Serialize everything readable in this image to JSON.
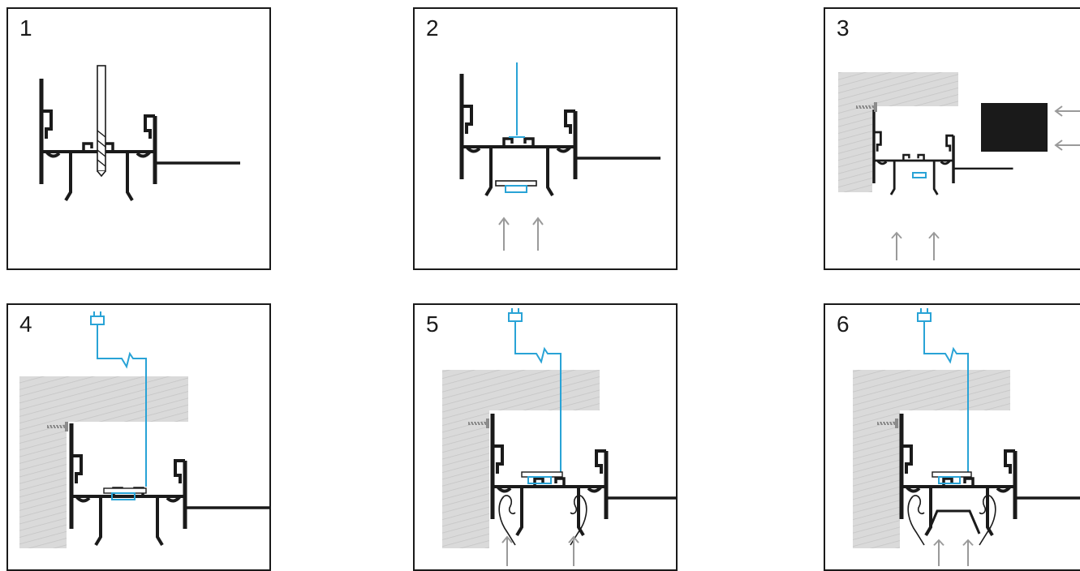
{
  "steps": [
    {
      "number": "1"
    },
    {
      "number": "2"
    },
    {
      "number": "3"
    },
    {
      "number": "4"
    },
    {
      "number": "5"
    },
    {
      "number": "6"
    }
  ],
  "colors": {
    "profile": "#1a1a1a",
    "wire": "#29a3d6",
    "ceiling": "#d6d6d6",
    "arrow": "#9a9a9a",
    "screw": "#8c8c8c",
    "end_cap": "#1a1a1a"
  },
  "icons": [
    "drill-bit-icon",
    "screw-icon",
    "arrow-up-icon",
    "arrow-left-icon",
    "plug-icon",
    "hand-icon",
    "diffuser-icon"
  ]
}
